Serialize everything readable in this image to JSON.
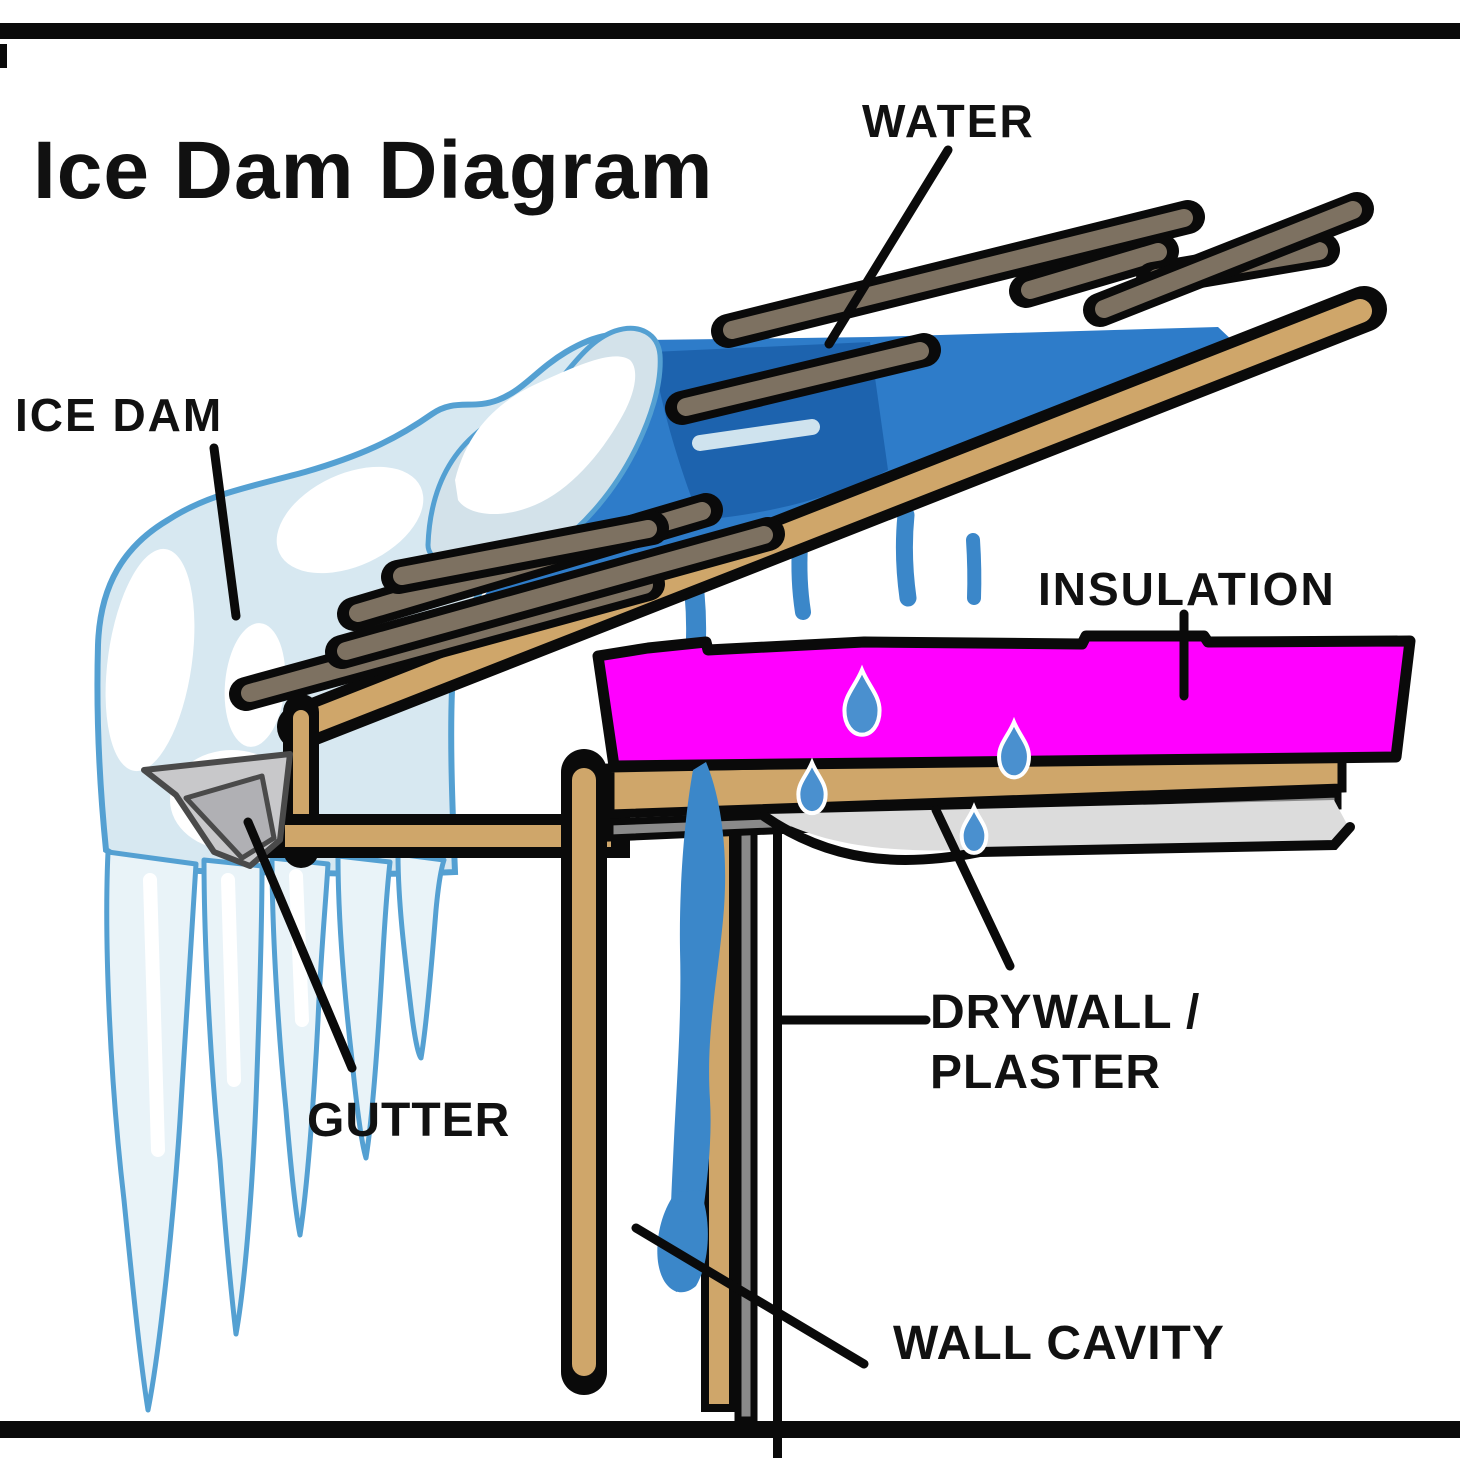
{
  "title": "Ice Dam Diagram",
  "labels": {
    "water": "WATER",
    "ice_dam": "ICE DAM",
    "insulation": "INSULATION",
    "gutter": "GUTTER",
    "drywall_line1": "DRYWALL /",
    "drywall_line2": "PLASTER",
    "wall_cavity": "WALL CAVITY"
  },
  "colors": {
    "outline": "#0a0a0a",
    "label": "#111111",
    "wood": "#cfa66a",
    "shingle": "#7d7161",
    "water": "#2e7cc9",
    "water-dark": "#1d63ae",
    "water-light": "#cfe3ee",
    "ice": "#d7e8f1",
    "ice-edge": "#54a0d2",
    "icicle": "#e9f3f8",
    "snow-hump": "#d3e2ea",
    "insulation": "#ff00ff",
    "drywall-gray": "#8a8a8a",
    "plaster-light": "#dcdcdc",
    "gutter": "#c8c8ca",
    "gutter-dark": "#b0b0b4",
    "gutter-edge": "#4a4a4a",
    "drip": "#3b87c9",
    "droplet": "#4a90cf"
  }
}
